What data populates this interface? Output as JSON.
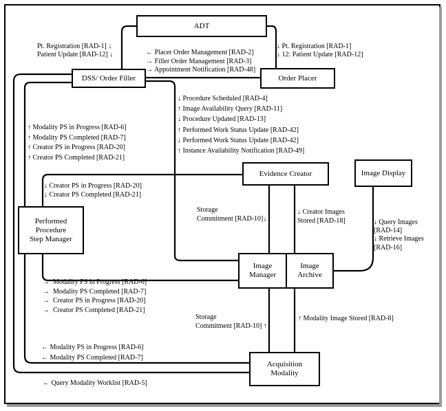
{
  "boxes": {
    "adt": "ADT",
    "dss": "DSS/ Order Filler",
    "order_placer": "Order Placer",
    "evidence_creator": "Evidence Creator",
    "image_display": "Image Display",
    "ppsm": "Performed\nProcedure\nStep Manager",
    "image_manager": "Image\nManager",
    "image_archive": "Image\nArchive",
    "acq_modality": "Acquisition\nModality"
  },
  "labels": {
    "adt_dss": [
      "Pt. Registration [RAD-1] ↓",
      "Patient Update [RAD-12] ↓"
    ],
    "adt_op": [
      "↓ Pt. Registration [RAD-1]",
      "↓ 12: Patient Update [RAD-12]"
    ],
    "dss_op": [
      "← Placer Order Management [RAD-2]",
      "→ Filler Order Management [RAD-3]",
      "→ Appointment Notification [RAD-48]"
    ],
    "dss_im": [
      "↓ Procedure Scheduled [RAD-4]",
      "↑ Image Availability Query [RAD-11]",
      "↓ Procedure Updated [RAD-13]",
      "↑ Performed Work Status Update [RAD-42]",
      "↓ Performed Work Status Update [RAD-42]",
      "↑ Instance Availability Notification [RAD-49]"
    ],
    "dss_ppsm": [
      "↑ Modality PS in Progress [RAD-6]",
      "↑ Modality PS Completed [RAD-7]",
      "↑ Creator PS in Progress [RAD-20]",
      "↑ Creator PS Completed [RAD-21]"
    ],
    "ec_ppsm": [
      "↓ Creator PS in Progress [RAD-20]",
      "↓ Creator PS Completed [RAD-21]"
    ],
    "ec_storage": [
      "Storage",
      "Commitment [RAD-10]↓"
    ],
    "ec_images": [
      "↓ Creator Images",
      "Stored [RAD-18]"
    ],
    "display": [
      "↓ Query Images",
      "[RAD-14]",
      "↓ Retrieve Images",
      "[RAD-16]"
    ],
    "ppsm_im": [
      "→  Modality PS in Progress [RAD-6]",
      "→  Modality PS Completed [RAD-7]",
      "→  Creator PS in Progress [RAD-20]",
      "→  Creator PS Completed [RAD-21]"
    ],
    "acq_storage": [
      "Storage",
      "Commitment [RAD-10] ↑"
    ],
    "acq_stored": [
      "↑ Modality Image Stored [RAD-8]"
    ],
    "acq_ppsm": [
      "← Modality PS in Progress [RAD-6]",
      "← Modality PS Completed [RAD-7]"
    ],
    "worklist": [
      "← Query Modality Worklist [RAD-5]"
    ]
  }
}
